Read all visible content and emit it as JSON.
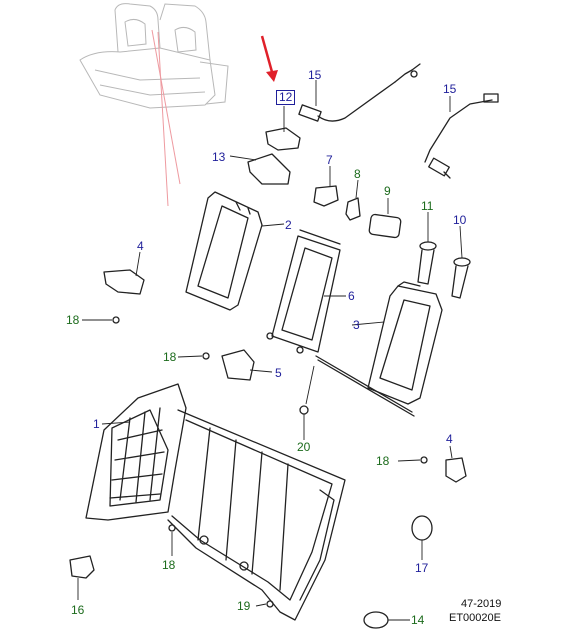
{
  "callouts": [
    {
      "id": "c12",
      "text": "12",
      "color": "blue",
      "boxed": true
    },
    {
      "id": "c15a",
      "text": "15",
      "color": "blue"
    },
    {
      "id": "c15b",
      "text": "15",
      "color": "blue"
    },
    {
      "id": "c13",
      "text": "13",
      "color": "blue"
    },
    {
      "id": "c7",
      "text": "7",
      "color": "blue"
    },
    {
      "id": "c8",
      "text": "8",
      "color": "green"
    },
    {
      "id": "c9",
      "text": "9",
      "color": "green"
    },
    {
      "id": "c2",
      "text": "2",
      "color": "blue"
    },
    {
      "id": "c11",
      "text": "11",
      "color": "green"
    },
    {
      "id": "c10",
      "text": "10",
      "color": "blue"
    },
    {
      "id": "c4a",
      "text": "4",
      "color": "blue"
    },
    {
      "id": "c6",
      "text": "6",
      "color": "blue"
    },
    {
      "id": "c3",
      "text": "3",
      "color": "blue"
    },
    {
      "id": "c18a",
      "text": "18",
      "color": "green"
    },
    {
      "id": "c18b",
      "text": "18",
      "color": "green"
    },
    {
      "id": "c5",
      "text": "5",
      "color": "blue"
    },
    {
      "id": "c1",
      "text": "1",
      "color": "blue"
    },
    {
      "id": "c20",
      "text": "20",
      "color": "green"
    },
    {
      "id": "c4b",
      "text": "4",
      "color": "blue"
    },
    {
      "id": "c18c",
      "text": "18",
      "color": "green"
    },
    {
      "id": "c18d",
      "text": "18",
      "color": "green"
    },
    {
      "id": "c17",
      "text": "17",
      "color": "blue"
    },
    {
      "id": "c16",
      "text": "16",
      "color": "green"
    },
    {
      "id": "c19",
      "text": "19",
      "color": "green"
    },
    {
      "id": "c14",
      "text": "14",
      "color": "green"
    }
  ],
  "footer": {
    "date_code": "47-2019",
    "illustration_id": "ET00020E"
  },
  "colors": {
    "callout_blue": "#1f1f9a",
    "callout_green": "#1c6b1c",
    "indicator_arrow": "#e0202a",
    "line_art": "#222222",
    "ghost_line": "#b8b8b8"
  }
}
